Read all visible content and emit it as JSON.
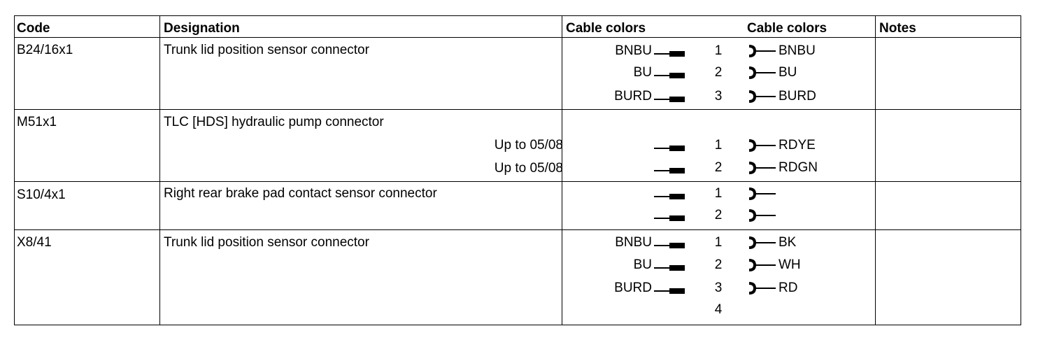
{
  "headers": {
    "code": "Code",
    "designation": "Designation",
    "cable_colors_left": "Cable colors",
    "cable_colors_right": "Cable colors",
    "notes": "Notes"
  },
  "rows": [
    {
      "code": "B24/16x1",
      "designation": "Trunk lid position sensor connector",
      "pins": [
        {
          "left": "BNBU",
          "pin": "1",
          "right": "BNBU"
        },
        {
          "left": "BU",
          "pin": "2",
          "right": "BU"
        },
        {
          "left": "BURD",
          "pin": "3",
          "right": "BURD"
        }
      ]
    },
    {
      "code": "M51x1",
      "designation": "TLC [HDS] hydraulic pump connector",
      "sub_labels": [
        "Up to 05/08",
        "Up to 05/08"
      ],
      "pins": [
        {
          "left": "",
          "pin": "1",
          "right": "RDYE"
        },
        {
          "left": "",
          "pin": "2",
          "right": "RDGN"
        }
      ]
    },
    {
      "code": "S10/4x1",
      "designation": "Right rear brake pad contact sensor connector",
      "pins": [
        {
          "left": "",
          "pin": "1",
          "right": ""
        },
        {
          "left": "",
          "pin": "2",
          "right": ""
        }
      ]
    },
    {
      "code": "X8/41",
      "designation": "Trunk lid position sensor connector",
      "pins": [
        {
          "left": "BNBU",
          "pin": "1",
          "right": "BK"
        },
        {
          "left": "BU",
          "pin": "2",
          "right": "WH"
        },
        {
          "left": "BURD",
          "pin": "3",
          "right": "RD"
        },
        {
          "left": "",
          "pin": "4",
          "right": "",
          "no_symbols": true
        }
      ]
    }
  ]
}
